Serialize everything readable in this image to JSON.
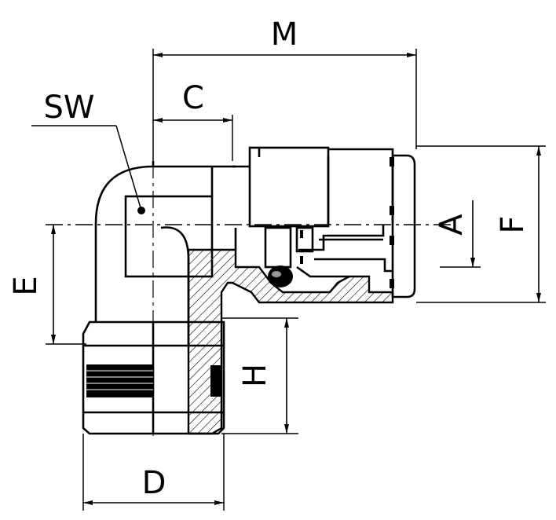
{
  "drawing": {
    "labels": {
      "m": "M",
      "c": "C",
      "sw": "SW",
      "a": "A",
      "f": "F",
      "e": "E",
      "h": "H",
      "d": "D"
    },
    "colors": {
      "ink": "#000000",
      "background": "#ffffff"
    }
  }
}
